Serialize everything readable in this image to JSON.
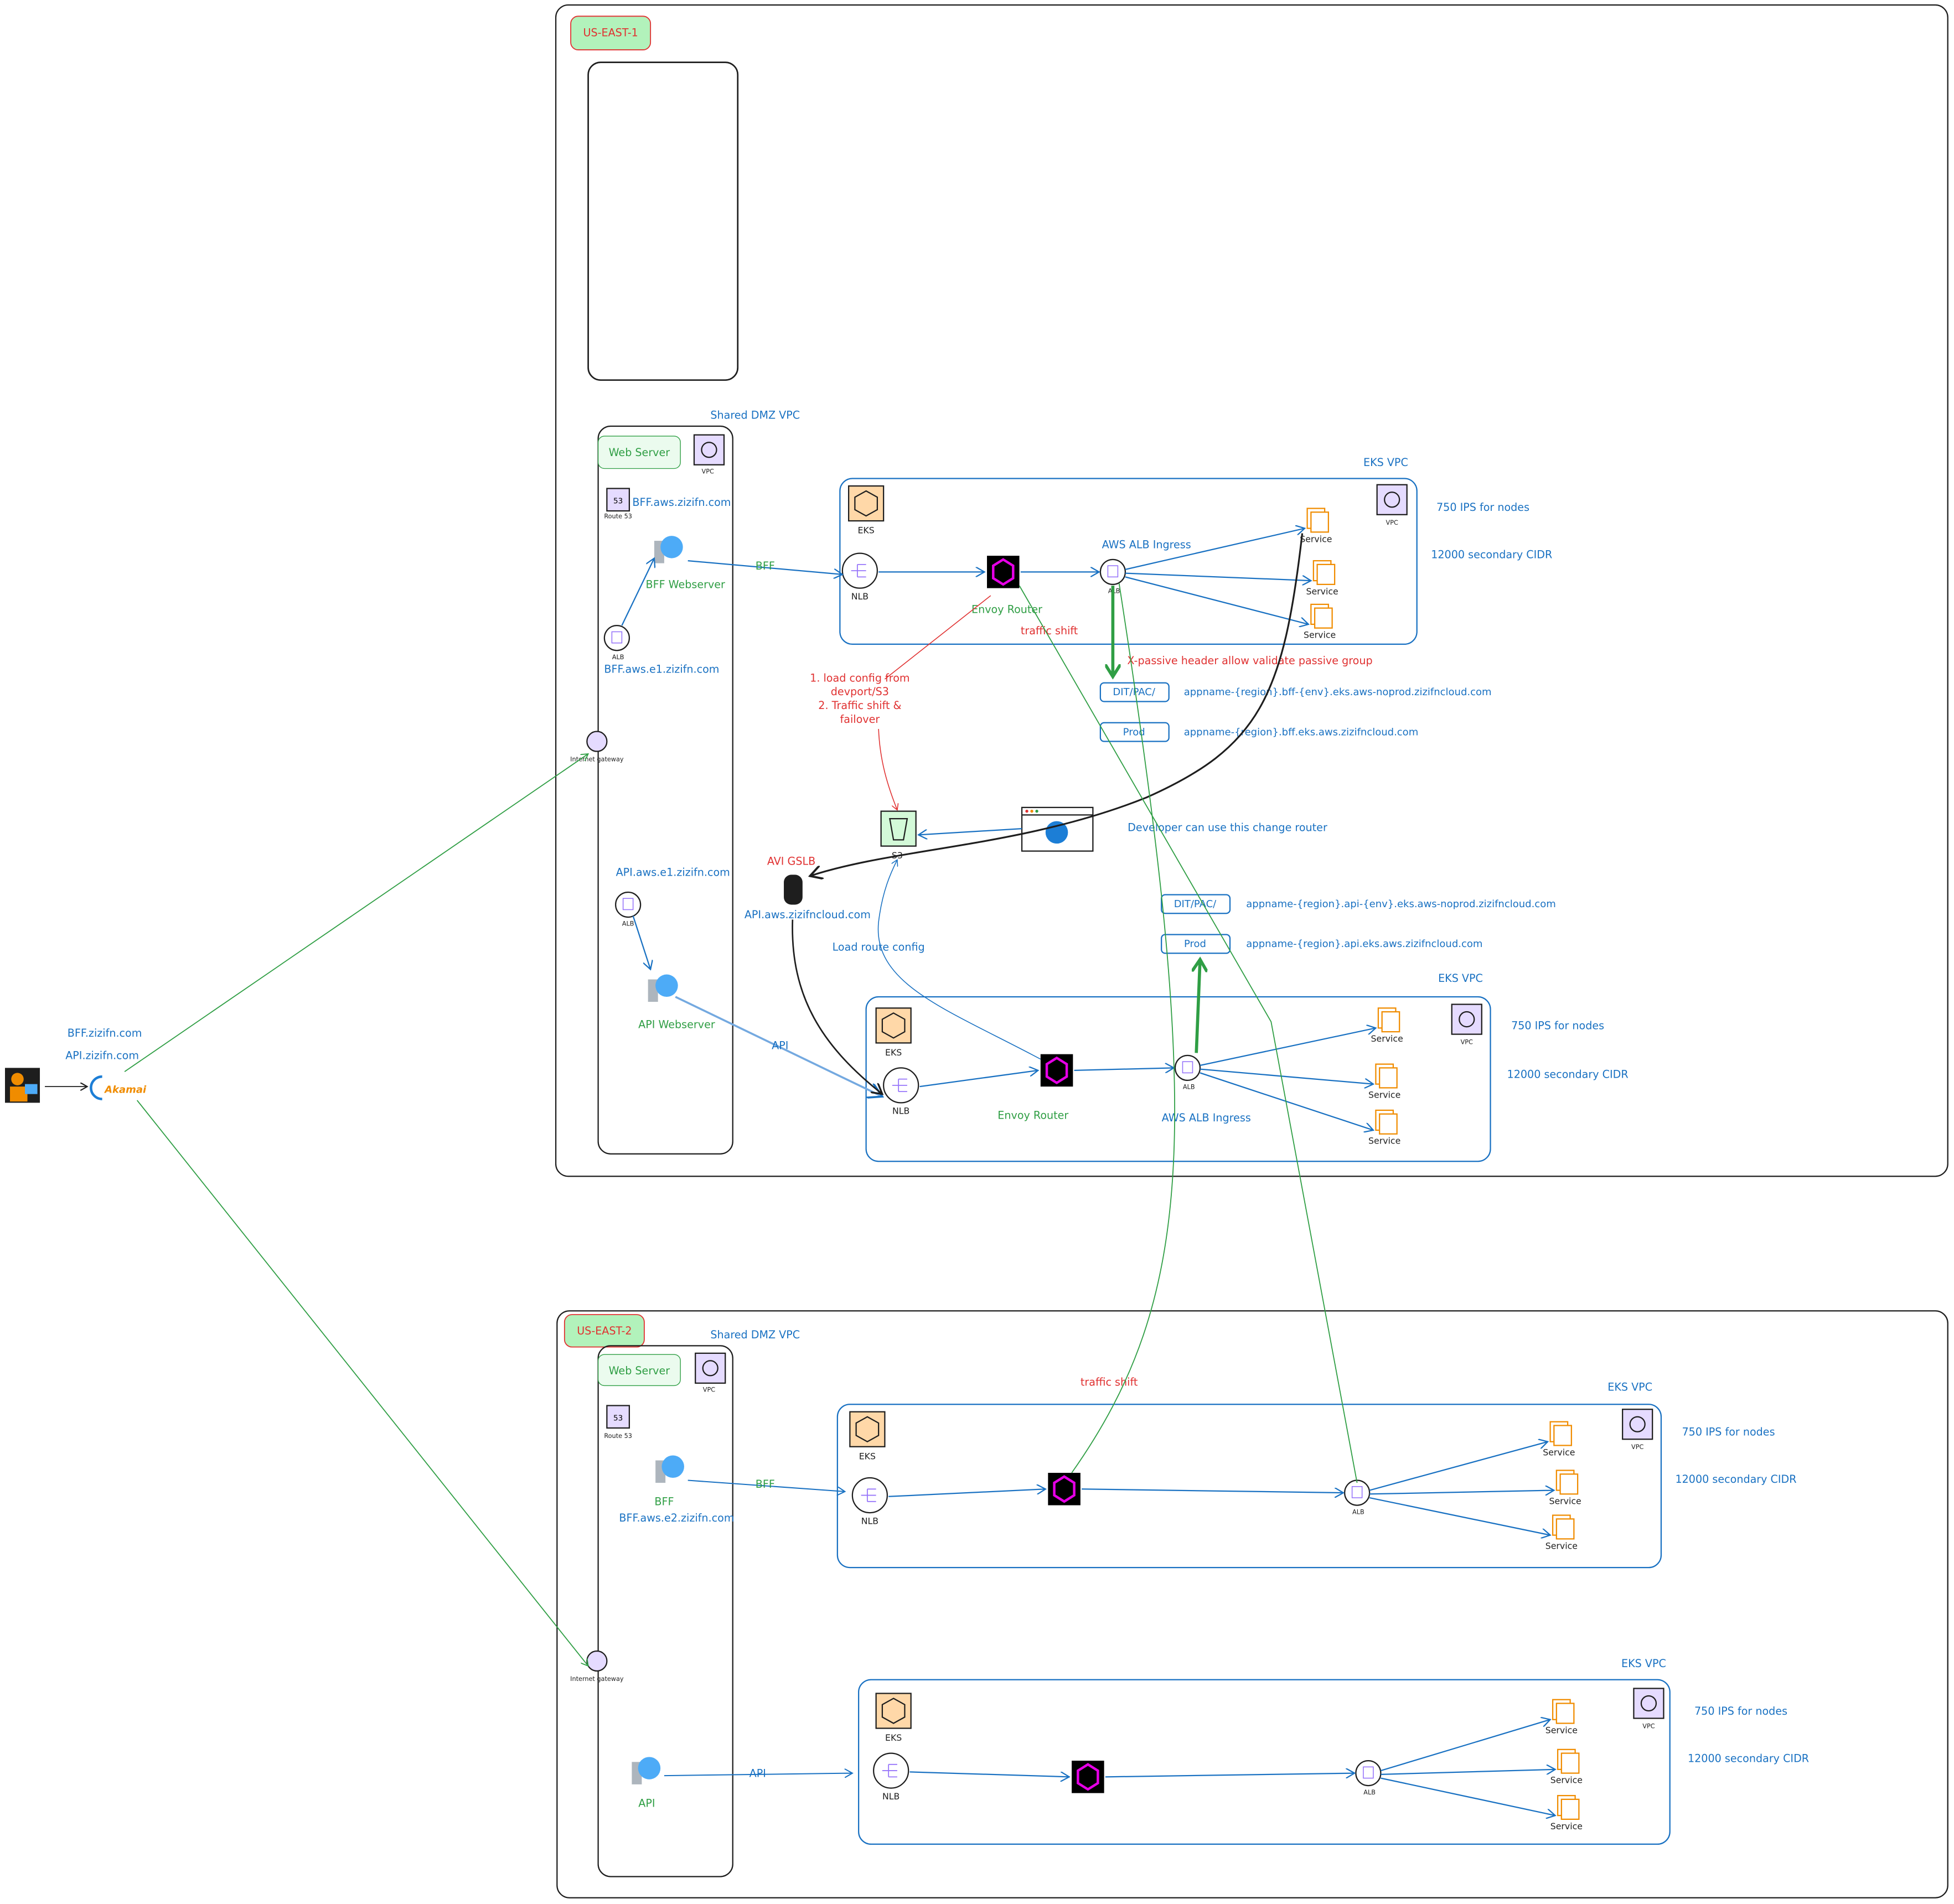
{
  "colors": {
    "blue": "#1971c2",
    "green": "#2f9e44",
    "red": "#e03131",
    "orange": "#f08c00",
    "region_fill": "#b2f2bb",
    "envoy_hex": "#e600e6"
  },
  "user": {
    "icon": "user-laptop-icon"
  },
  "akamai": {
    "logo": "Akamai",
    "bff_domain": "BFF.zizifn.com",
    "api_domain": "API.zizifn.com"
  },
  "region1": {
    "label": "US-EAST-1",
    "dmz_label": "Shared DMZ VPC",
    "web_server": "Web Server",
    "vpc": "VPC",
    "route53": "Route 53",
    "bff_dns": "BFF.aws.zizifn.com",
    "bff_webserver": "BFF Webserver",
    "alb": "ALB",
    "bff_e1": "BFF.aws.e1.zizifn.com",
    "igw": "Internet gateway",
    "api_e1": "API.aws.e1.zizifn.com",
    "api_alb": "ALB",
    "api_webserver": "API Webserver",
    "bff_edge": "BFF",
    "api_edge": "API",
    "traffic_shift": "traffic shift",
    "x_passive": "X-passive header allow validate passive group",
    "note": [
      "1. load config from",
      "devport/S3",
      "2. Traffic shift &",
      "failover"
    ],
    "s3": "S3",
    "developer": "Developer can use this change router",
    "gslb": "AVI GSLB",
    "gslb_dns": "API.aws.zizifncloud.com",
    "load_route": "Load route config",
    "bff_envs": [
      {
        "env": "DIT/PAC/",
        "host": "appname-{region}.bff-{env}.eks.aws-noprod.zizifncloud.com"
      },
      {
        "env": "Prod",
        "host": "appname-{region}.bff.eks.aws.zizifncloud.com"
      }
    ],
    "api_envs": [
      {
        "env": "DIT/PAC/",
        "host": "appname-{region}.api-{env}.eks.aws-noprod.zizifncloud.com"
      },
      {
        "env": "Prod",
        "host": "appname-{region}.api.eks.aws.zizifncloud.com"
      }
    ]
  },
  "region2": {
    "label": "US-EAST-2",
    "dmz_label": "Shared DMZ VPC",
    "web_server": "Web Server",
    "vpc": "VPC",
    "route53": "Route 53",
    "bff": "BFF",
    "bff_e2": "BFF.aws.e2.zizifn.com",
    "igw": "Internet gateway",
    "api": "API",
    "bff_edge": "BFF",
    "api_edge": "API",
    "traffic_shift": "traffic shift"
  },
  "clusters": [
    {
      "eks_vpc": "EKS VPC",
      "eks": "EKS",
      "nlb": "NLB",
      "envoy": "Envoy Router",
      "alb": "ALB",
      "alb_ingress": "AWS ALB Ingress",
      "services": [
        "Service",
        "Service",
        "Service"
      ],
      "vpc": "VPC",
      "ips": "750 IPS for nodes",
      "cidr": "12000 secondary CIDR"
    },
    {
      "eks_vpc": "EKS VPC",
      "eks": "EKS",
      "nlb": "NLB",
      "envoy": "Envoy Router",
      "alb": "ALB",
      "alb_ingress": "AWS ALB Ingress",
      "services": [
        "Service",
        "Service",
        "Service"
      ],
      "vpc": "VPC",
      "ips": "750 IPS for nodes",
      "cidr": "12000 secondary CIDR"
    },
    {
      "eks_vpc": "EKS VPC",
      "eks": "EKS",
      "nlb": "NLB",
      "alb": "ALB",
      "services": [
        "Service",
        "Service",
        "Service"
      ],
      "vpc": "VPC",
      "ips": "750 IPS for nodes",
      "cidr": "12000 secondary CIDR"
    },
    {
      "eks_vpc": "EKS VPC",
      "eks": "EKS",
      "nlb": "NLB",
      "alb": "ALB",
      "services": [
        "Service",
        "Service",
        "Service"
      ],
      "vpc": "VPC",
      "ips": "750 IPS for nodes",
      "cidr": "12000 secondary CIDR"
    }
  ]
}
